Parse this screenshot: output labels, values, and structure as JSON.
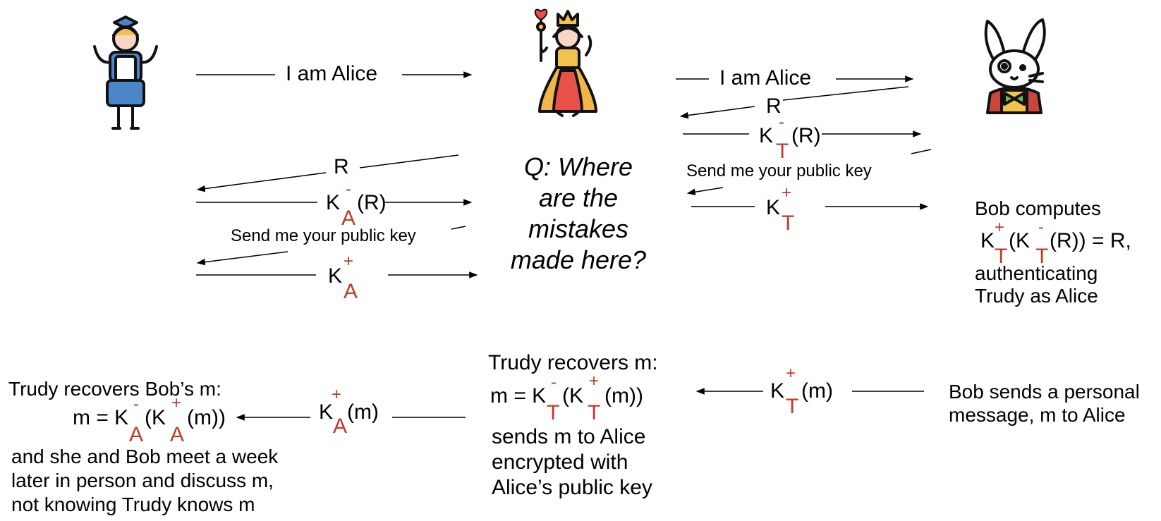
{
  "colors": {
    "accent": "#c0392b",
    "ink": "#000000"
  },
  "icons": [
    "alice-icon",
    "trudy-queen-icon",
    "bob-rabbit-icon"
  ],
  "left": {
    "i_am_alice": "I am Alice",
    "r": "R",
    "ka_minus_k": "K",
    "ka_minus_sign": "-",
    "ka_minus_sub": "A",
    "ka_minus_arg": "(R)",
    "send_key": "Send me your public key",
    "ka_plus_k": "K",
    "ka_plus_sign": "+",
    "ka_plus_sub": "A"
  },
  "question": {
    "line1": "Q: Where",
    "line2": "are the",
    "line3": "mistakes",
    "line4": "made here?"
  },
  "right": {
    "i_am_alice": "I am Alice",
    "r": "R",
    "kt_minus_k": "K",
    "kt_minus_sign": "-",
    "kt_minus_sub": "T",
    "kt_minus_arg": "(R)",
    "send_key": "Send me your public key",
    "kt_plus_k": "K",
    "kt_plus_sign": "+",
    "kt_plus_sub": "T"
  },
  "bob_computes": {
    "line1": "Bob computes",
    "k1": "K",
    "k1_sign": "+",
    "k1_sub": "T",
    "mid": "(K",
    "k2_sign": "-",
    "k2_sub": "T",
    "tail": "(R)) =  R,",
    "line3": "authenticating",
    "line4": "Trudy as Alice"
  },
  "bottom": {
    "bob_sends_1": "Bob sends a personal",
    "bob_sends_2": "message, m to Alice",
    "ktm_k": "K",
    "ktm_sign": "+",
    "ktm_sub": "T",
    "ktm_arg": "(m)",
    "trudy_recovers": "Trudy recovers m:",
    "eq_prefix": "m = K",
    "eq_sign1": "-",
    "eq_sub1": "T",
    "eq_mid": "(K",
    "eq_sign2": "+",
    "eq_sub2": "T",
    "eq_tail": "(m))",
    "sends_1": "sends m to Alice",
    "sends_2": "encrypted with",
    "sends_3": "Alice’s public key",
    "kam_k": "K",
    "kam_sign": "+",
    "kam_sub": "A",
    "kam_arg": "(m)",
    "trudy_bob": "Trudy recovers Bob’s m:",
    "eq2_prefix": "m = K",
    "eq2_sign1": "-",
    "eq2_sub1": "A",
    "eq2_mid": "(K",
    "eq2_sign2": "+",
    "eq2_sub2": "A",
    "eq2_tail": "(m))",
    "final_1": "and she and Bob meet a week",
    "final_2": "later in person and discuss m,",
    "final_3": "not knowing Trudy knows m"
  }
}
